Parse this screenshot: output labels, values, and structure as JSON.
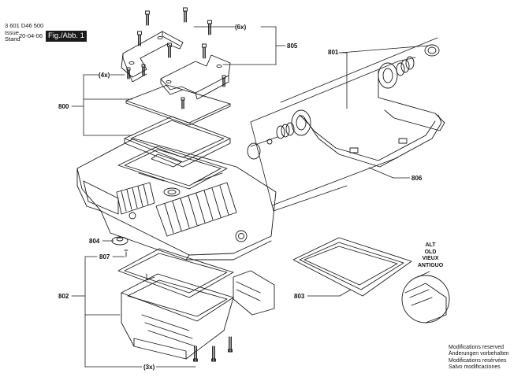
{
  "header": {
    "doc_number": "3 601 D46 500",
    "issue_label": "Issue",
    "stand_label": "Stand",
    "issue_date": "20-04-06",
    "figure_label": "Fig./Abb. 1"
  },
  "callouts": {
    "c805": "805",
    "qty_805": "(6x)",
    "c801": "801",
    "c800": "800",
    "qty_800": "(4x)",
    "c806": "806",
    "c804": "804",
    "c807": "807",
    "c802": "802",
    "qty_802": "(3x)",
    "c803": "803"
  },
  "old_version_label": [
    "ALT",
    "OLD",
    "VIEUX",
    "ANTIGUO"
  ],
  "modifications_note": [
    "Modifications reserved",
    "Änderungen vorbehalten",
    "Modifications resérvées",
    "Salvo modificaciones"
  ],
  "colors": {
    "line": "#1a1a1a",
    "badge_bg": "#1a1a1a",
    "badge_text": "#ffffff"
  }
}
